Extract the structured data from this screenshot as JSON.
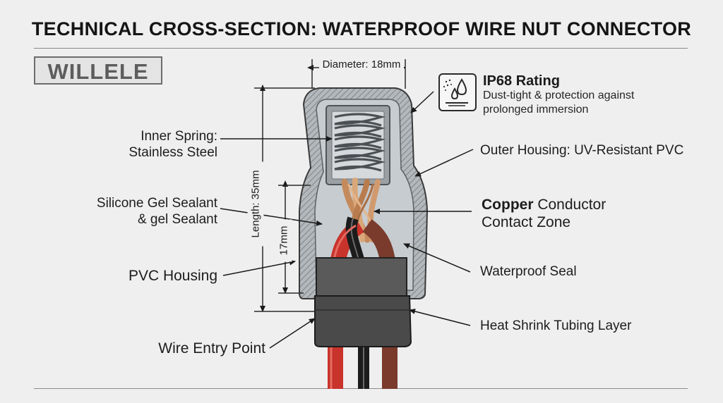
{
  "title": "TECHNICAL CROSS-SECTION: WATERPROOF WIRE NUT CONNECTOR",
  "logo": "WILLELE",
  "dimensions": {
    "diameter": "Diameter: 18mm",
    "length": "Length: 35mm",
    "depth": "17mm"
  },
  "rating": {
    "title": "IP68 Rating",
    "line1": "Dust-tight & protection against",
    "line2": "prolonged immersion",
    "icon": "water-drop-dust-icon"
  },
  "labels": {
    "inner_spring_1": "Inner Spring:",
    "inner_spring_2": "Stainless Steel",
    "silicone_1": "Silicone Gel Sealant",
    "silicone_2": "& gel Sealant",
    "pvc_housing": "PVC Housing",
    "wire_entry": "Wire Entry Point",
    "outer_housing": "Outer Housing: UV-Resistant PVC",
    "copper_bold": "Copper",
    "copper_rest": " Conductor",
    "contact_zone": "Contact Zone",
    "waterproof_seal": "Waterproof Seal",
    "heat_shrink": "Heat Shrink Tubing Layer"
  },
  "colors": {
    "housing_fill": "#a9aeb2",
    "housing_dark": "#7c8185",
    "interior_fill": "#c6ccd0",
    "wire_red": "#c8332b",
    "wire_black": "#1c1c1c",
    "wire_brown": "#7a3b2c",
    "copper": "#d19a6e",
    "boot": "#4a4a4a"
  }
}
